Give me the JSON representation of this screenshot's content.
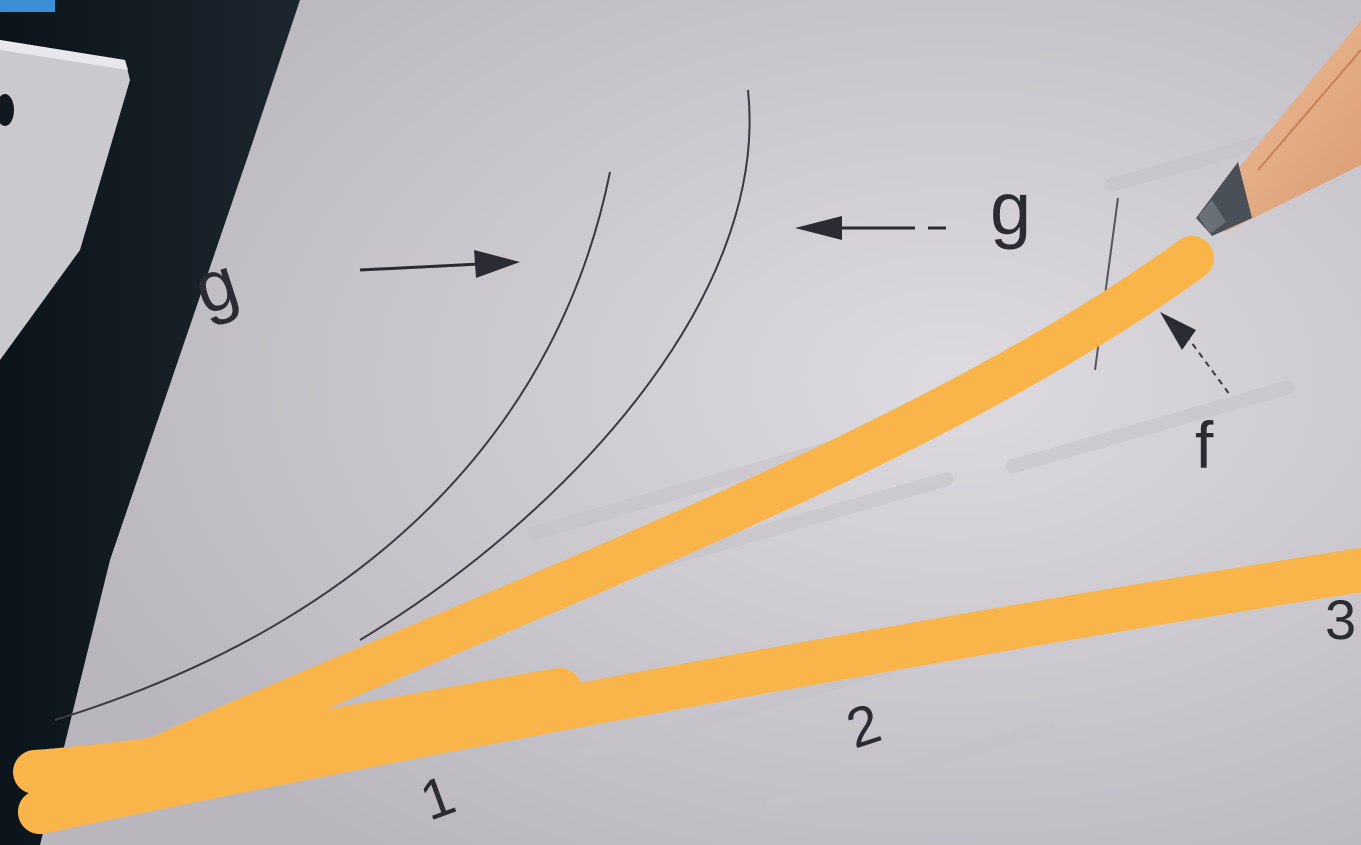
{
  "colors": {
    "paper": "#d9d7dc",
    "ink": "#2b2b33",
    "highlight_stroke": "#f9b54a",
    "device_dark": "#101820",
    "pencil_wood": "#e2ab83",
    "pencil_graphite": "#4a5058"
  },
  "labels": {
    "g_left": "g",
    "g_right": "g",
    "f": "f",
    "one": "1",
    "two": "2",
    "three": "3"
  },
  "objects": {
    "device": "calculator-edge",
    "tool": "pencil",
    "annotation": "orange-marker-stroke"
  }
}
